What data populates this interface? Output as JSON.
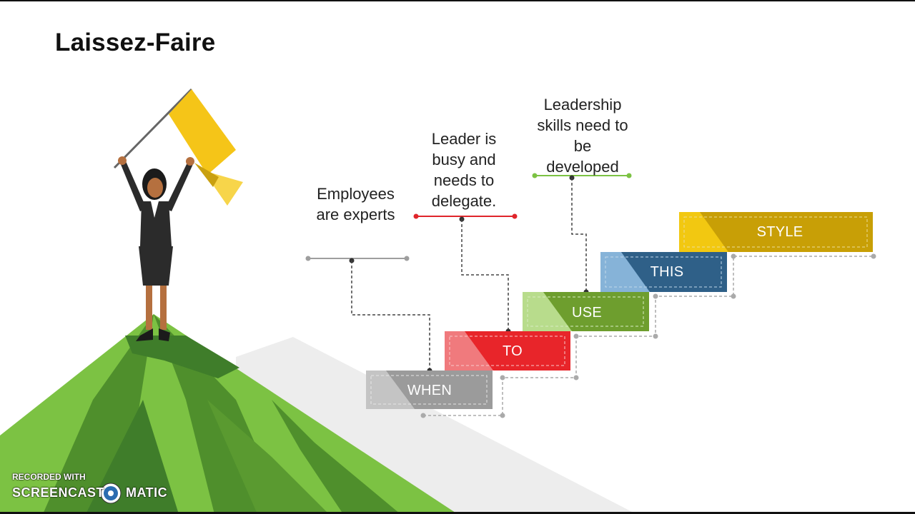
{
  "slide": {
    "title": "Laissez-Faire"
  },
  "captions": [
    {
      "lines": [
        "Employees",
        "are experts"
      ],
      "line_color": "#9e9e9e"
    },
    {
      "lines": [
        "Leader is",
        "busy and",
        "needs to",
        "delegate."
      ],
      "line_color": "#e0252b"
    },
    {
      "lines": [
        "Leadership",
        "skills need to",
        "be",
        "developed"
      ],
      "line_color": "#7cc243"
    }
  ],
  "steps": [
    {
      "label": "WHEN",
      "color": "#9b9b9b",
      "accent": "#c4c4c4"
    },
    {
      "label": "TO",
      "color": "#e8252a",
      "accent": "#f07a7d"
    },
    {
      "label": "USE",
      "color": "#6e9e2e",
      "accent": "#b8dc8c"
    },
    {
      "label": "THIS",
      "color": "#2f6088",
      "accent": "#86b3d8"
    },
    {
      "label": "STYLE",
      "color": "#c89f06",
      "accent": "#f2c811"
    }
  ],
  "watermark": {
    "line1": "RECORDED WITH",
    "brand_left": "SCREENCAST",
    "brand_right": "MATIC"
  },
  "colors": {
    "mountain_light": "#7cc243",
    "mountain_dark": "#3f7d2a",
    "flag": "#f5c518"
  }
}
